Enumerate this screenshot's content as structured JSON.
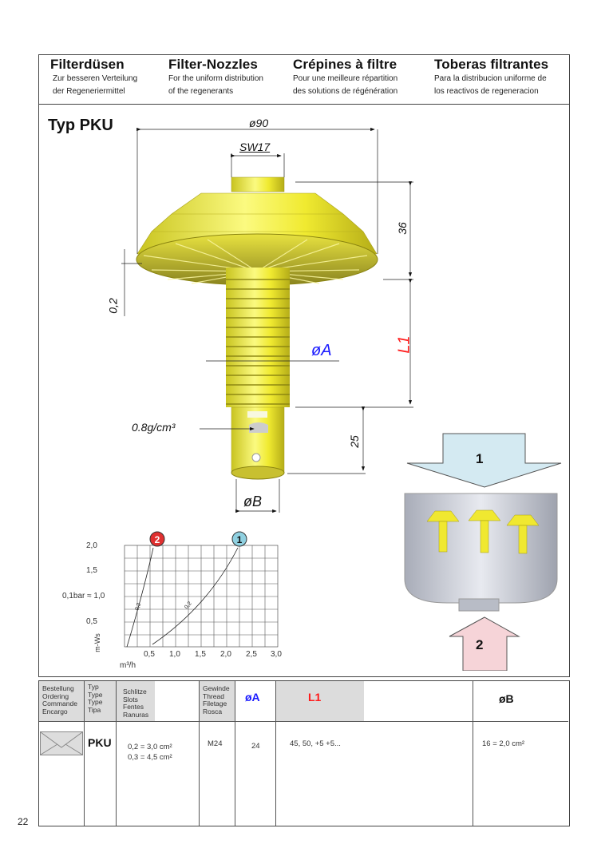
{
  "header": {
    "columns": [
      {
        "title": "Filterdüsen",
        "line1": "Zur besseren Verteilung",
        "line2": "der Regeneriermittel"
      },
      {
        "title": "Filter-Nozzles",
        "line1": "For the uniform distribution",
        "line2": "of the regenerants"
      },
      {
        "title": "Crépines à filtre",
        "line1": "Pour une meilleure répartition",
        "line2": "des solutions de régénération"
      },
      {
        "title": "Toberas filtrantes",
        "line1": "Para la distribucion uniforme de",
        "line2": "los reactivos de regeneracion"
      }
    ]
  },
  "drawing": {
    "type_label": "Typ PKU",
    "dimensions": {
      "diameter_total": "ø90",
      "wrench_size": "SW17",
      "height_top": "36",
      "slot_width": "0,2",
      "thread_diameter": "øA",
      "length_l1": "L1",
      "length_bottom": "25",
      "bottom_diameter": "øB",
      "density_note": "0.8g/cm³"
    },
    "colors": {
      "nozzle": "#f2f045",
      "thread_dim": "#1a1aff",
      "l1_dim": "#ff1a1a"
    }
  },
  "flow_diagram": {
    "arrow_down_label": "1",
    "arrow_up_label": "2",
    "colors": {
      "arrow_down": "#d4eaf2",
      "arrow_up": "#f6d4d8",
      "tank": "#c8ccd6"
    }
  },
  "chart_data": {
    "type": "line",
    "title": "",
    "xlabel": "m³/h",
    "ylabel": "m-Ws",
    "y_annotation": "0,1bar ≈ 1,0",
    "x_ticks": [
      "0,5",
      "1,0",
      "1,5",
      "2,0",
      "2,5",
      "3,0"
    ],
    "y_ticks": [
      "0,5",
      "1,0",
      "1,5",
      "2,0"
    ],
    "xlim": [
      0,
      3.0
    ],
    "ylim": [
      0,
      2.0
    ],
    "grid": true,
    "series": [
      {
        "name": "2",
        "curve_label": "0,2",
        "x": [
          0.05,
          0.25,
          0.4,
          0.5,
          0.55
        ],
        "y": [
          0.0,
          0.5,
          1.0,
          1.5,
          2.0
        ]
      },
      {
        "name": "1",
        "curve_label": "0,2",
        "x": [
          0.55,
          0.75,
          1.1,
          1.5,
          1.9,
          2.25
        ],
        "y": [
          0.05,
          0.25,
          0.5,
          1.0,
          1.5,
          2.0
        ]
      }
    ],
    "markers": [
      {
        "label": "2",
        "color": "#e03030"
      },
      {
        "label": "1",
        "color": "#8fd0e0"
      }
    ]
  },
  "table": {
    "headers": {
      "ordering": [
        "Bestellung",
        "Ordering",
        "Commande",
        "Encargo"
      ],
      "type": [
        "Typ",
        "Type",
        "Type",
        "Tipa"
      ],
      "slots": [
        "Schlitze",
        "Slots",
        "Fentes",
        "Ranuras"
      ],
      "thread": [
        "Gewinde",
        "Thread",
        "Filetage",
        "Rosca"
      ],
      "dia_a": "øA",
      "l1": "L1",
      "dia_b": "øB"
    },
    "row": {
      "type": "PKU",
      "slots_1": "0,2  =  3,0 cm²",
      "slots_2": "0,3  =  4,5 cm²",
      "thread": "M24",
      "dia_a": "24",
      "l1": "45, 50, +5 +5...",
      "dia_b": "16  =  2,0 cm²"
    }
  },
  "page_number": "22"
}
